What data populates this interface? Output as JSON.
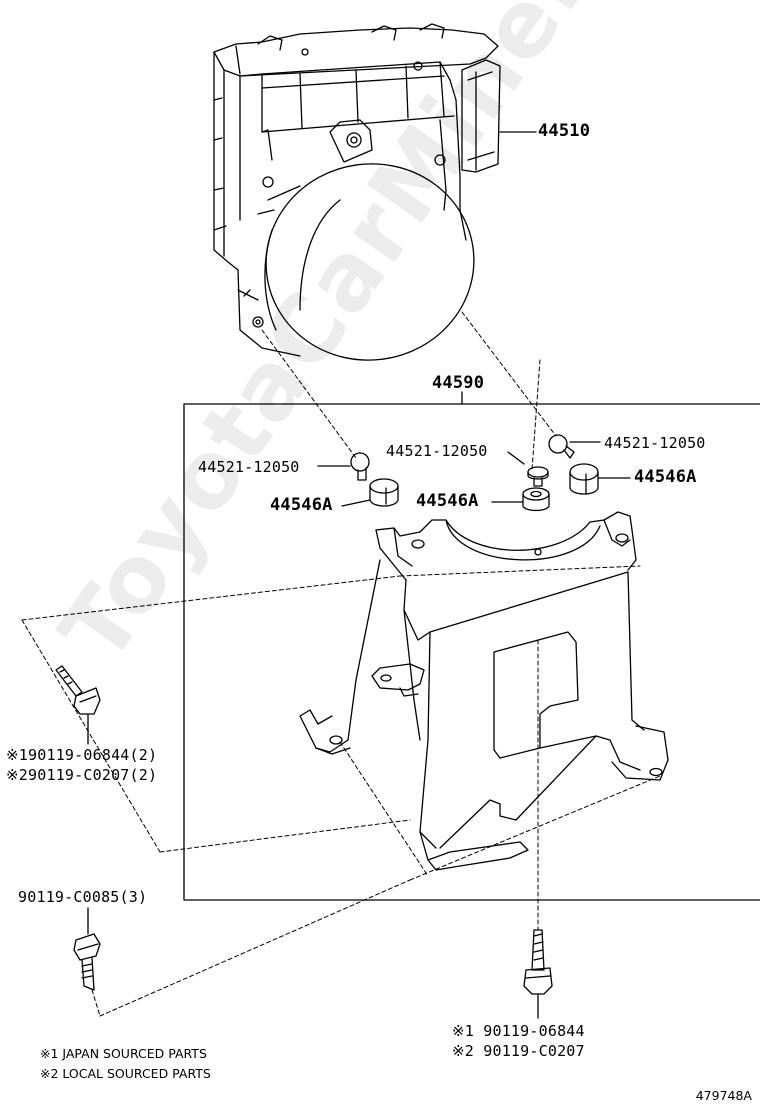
{
  "labels": {
    "abs_unit": "44510",
    "bracket_assy": "44590",
    "cushion_left": "44521-12050",
    "cushion_center": "44521-12050",
    "cushion_right": "44521-12050",
    "insulator_left": "44546A",
    "insulator_center": "44546A",
    "insulator_right": "44546A",
    "bolt_left_1": "※190119-06844(2)",
    "bolt_left_2": "※290119-C0207(2)",
    "bolt_lower": "90119-C0085(3)",
    "bolt_bottom_1": "※1 90119-06844",
    "bolt_bottom_2": "※2 90119-C0207"
  },
  "notes": {
    "note_1": "※1 JAPAN SOURCED PARTS",
    "note_2": "※2 LOCAL SOURCED PARTS"
  },
  "diagram_ref": "479748A",
  "watermark": "ToyotaCarMine.ru"
}
